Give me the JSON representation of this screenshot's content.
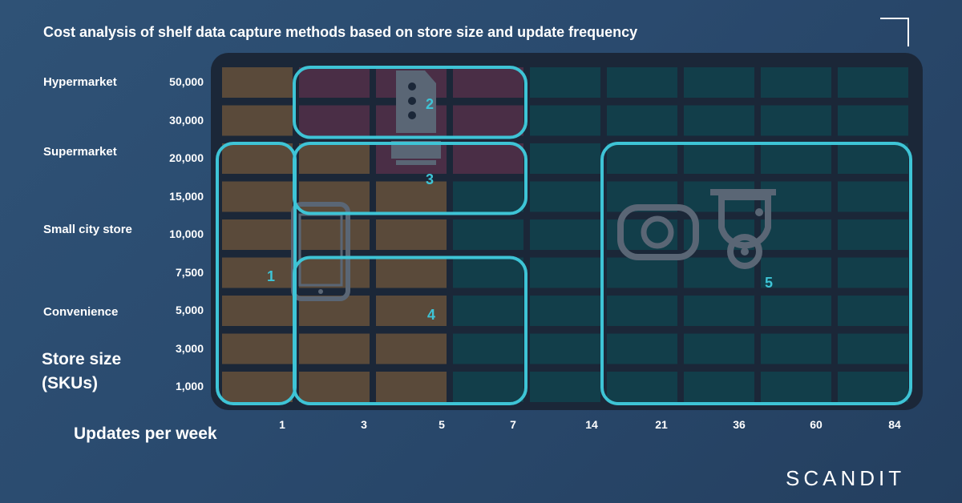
{
  "chart_data": {
    "type": "heatmap",
    "title": "Cost analysis of shelf data capture methods based on store size and update frequency",
    "xlabel": "Updates per week",
    "ylabel": "Store size (SKUs)",
    "x_categories": [
      "1",
      "3",
      "5",
      "7",
      "14",
      "21",
      "36",
      "60",
      "84"
    ],
    "y_categories": [
      "50,000",
      "30,000",
      "20,000",
      "15,000",
      "10,000",
      "7,500",
      "5,000",
      "3,000",
      "1,000"
    ],
    "store_types": [
      {
        "label": "Hypermarket",
        "row": 0
      },
      {
        "label": "Supermarket",
        "row": 1.8
      },
      {
        "label": "Small city store",
        "row": 3.9
      },
      {
        "label": "Convenience",
        "row": 6.0
      }
    ],
    "cell_classes": [
      [
        "brown",
        "red",
        "red",
        "red",
        "teal",
        "teal",
        "teal",
        "teal",
        "teal"
      ],
      [
        "brown",
        "red",
        "red",
        "red",
        "teal",
        "teal",
        "teal",
        "teal",
        "teal"
      ],
      [
        "brown",
        "brown",
        "red",
        "red",
        "teal",
        "teal",
        "teal",
        "teal",
        "teal"
      ],
      [
        "brown",
        "brown",
        "brown",
        "teal",
        "teal",
        "teal",
        "teal",
        "teal",
        "teal"
      ],
      [
        "brown",
        "brown",
        "brown",
        "teal",
        "teal",
        "teal",
        "teal",
        "teal",
        "teal"
      ],
      [
        "brown",
        "brown",
        "brown",
        "teal",
        "teal",
        "teal",
        "teal",
        "teal",
        "teal"
      ],
      [
        "brown",
        "brown",
        "brown",
        "teal",
        "teal",
        "teal",
        "teal",
        "teal",
        "teal"
      ],
      [
        "brown",
        "brown",
        "brown",
        "teal",
        "teal",
        "teal",
        "teal",
        "teal",
        "teal"
      ],
      [
        "brown",
        "brown",
        "brown",
        "teal",
        "teal",
        "teal",
        "teal",
        "teal",
        "teal"
      ]
    ],
    "regions": [
      {
        "label": "1",
        "col_start": 0,
        "col_end": 0,
        "row_start": 2,
        "row_end": 8,
        "icon": "smartphone-icon"
      },
      {
        "label": "2",
        "col_start": 1,
        "col_end": 3,
        "row_start": 0,
        "row_end": 1,
        "icon": "handheld-scanner-icon"
      },
      {
        "label": "3",
        "col_start": 1,
        "col_end": 3,
        "row_start": 2,
        "row_end": 3,
        "icon": "handheld-scanner-icon"
      },
      {
        "label": "4",
        "col_start": 1,
        "col_end": 3,
        "row_start": 5,
        "row_end": 8,
        "icon": ""
      },
      {
        "label": "5",
        "col_start": 5,
        "col_end": 8,
        "row_start": 2,
        "row_end": 8,
        "icon": "fixed-camera-icon"
      }
    ],
    "colors": {
      "brown": "#5a4a3a",
      "red": "#4a2e46",
      "teal": "#123e4a",
      "board": "#1b2738",
      "outline": "#3ec4d6",
      "icon": "#5a6675"
    }
  },
  "brand": {
    "logo_text": "SCANDIT"
  }
}
